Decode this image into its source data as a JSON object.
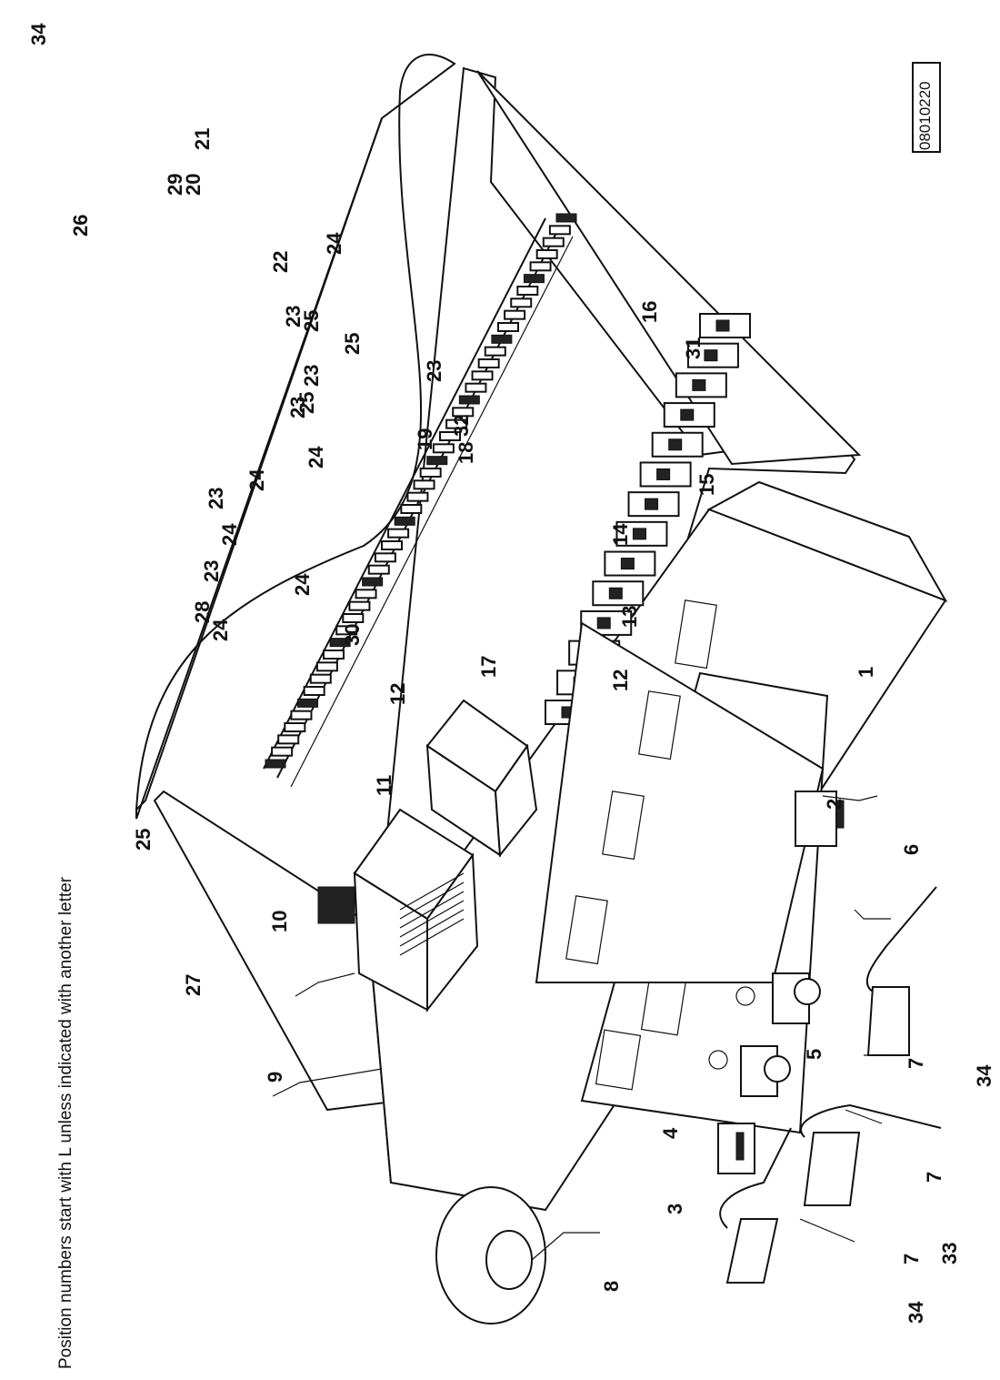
{
  "note": "Position numbers start with L unless indicated with another letter",
  "drawing_id": "08010220",
  "labels": [
    "1",
    "2",
    "3",
    "4",
    "5",
    "6",
    "7",
    "7",
    "7",
    "8",
    "9",
    "10",
    "11",
    "12",
    "12",
    "13",
    "14",
    "15",
    "16",
    "17",
    "18",
    "19",
    "20",
    "21",
    "22",
    "23",
    "23",
    "23",
    "23",
    "23",
    "23",
    "24",
    "24",
    "24",
    "24",
    "24",
    "24",
    "25",
    "25",
    "25",
    "25",
    "26",
    "27",
    "28",
    "29",
    "30",
    "31",
    "32",
    "33",
    "34",
    "34",
    "34"
  ]
}
